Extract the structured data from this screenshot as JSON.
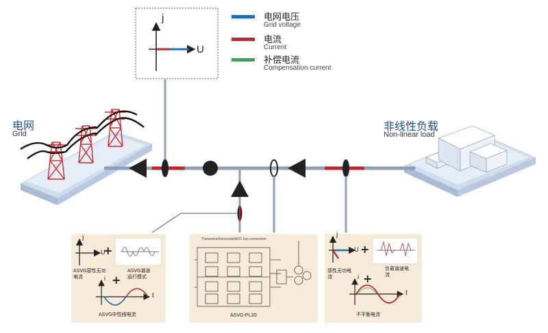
{
  "legend": [
    {
      "zh": "电网电压",
      "en": "Grid voltage",
      "color": "#1f6db5"
    },
    {
      "zh": "电流",
      "en": "Current",
      "color": "#c0272d"
    },
    {
      "zh": "补偿电流",
      "en": "Compensation current",
      "color": "#3aa35c"
    }
  ],
  "grid": {
    "zh": "电网",
    "en": "Grid"
  },
  "load": {
    "zh": "非线性负载",
    "en": "Non-linear load"
  },
  "phasor_top": {
    "imag": "j",
    "real": "U"
  },
  "panel_left": {
    "imag": "j",
    "real": "U",
    "label_reactive": "ASVG容性无功电流",
    "label_harmonic": "ASVG谐波运行模式",
    "label_neutral": "ASVG中性线电流",
    "axis_i": "i",
    "axis_t": "t"
  },
  "panel_mid": {
    "caption": "ASVG-PL3S",
    "header": "Thevertical/horizontal/ADC bus connection"
  },
  "panel_right": {
    "imag": "j",
    "real": "U",
    "label_reactive": "感性无功电流",
    "label_harmonic": "负载谐波电流",
    "label_unbalance": "不平衡电流",
    "axis_i": "i",
    "axis_t": "t"
  },
  "colors": {
    "line": "#8f9fb8",
    "red": "#c0272d",
    "blue": "#1f6db5",
    "dark": "#222222",
    "panel": "#f6ead9"
  }
}
